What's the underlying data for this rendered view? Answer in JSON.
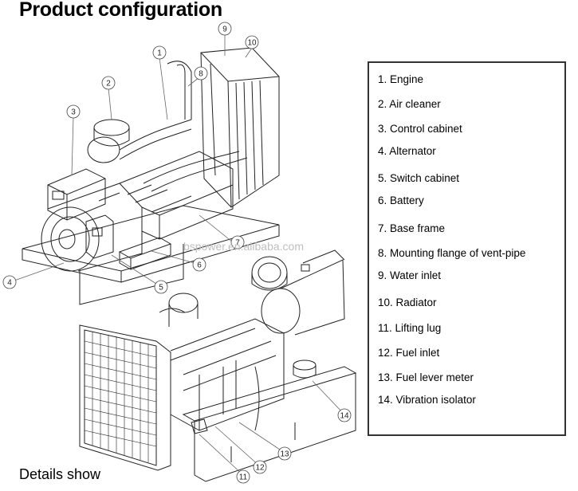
{
  "title": "Product configuration",
  "footer": "Details show",
  "watermark": "bspower.en.alibaba.com",
  "legend": [
    "1. Engine",
    "2. Air cleaner",
    "3. Control cabinet",
    "4. Alternator",
    "5. Switch cabinet",
    "6. Battery",
    "7. Base frame",
    "8. Mounting flange of vent-pipe",
    "9. Water inlet",
    "10. Radiator",
    "11. Lifting lug",
    "12. Fuel inlet",
    "13. Fuel lever meter",
    "14. Vibration isolator"
  ],
  "callouts": [
    "1",
    "2",
    "3",
    "4",
    "5",
    "6",
    "7",
    "8",
    "9",
    "10",
    "11",
    "12",
    "13",
    "14"
  ]
}
